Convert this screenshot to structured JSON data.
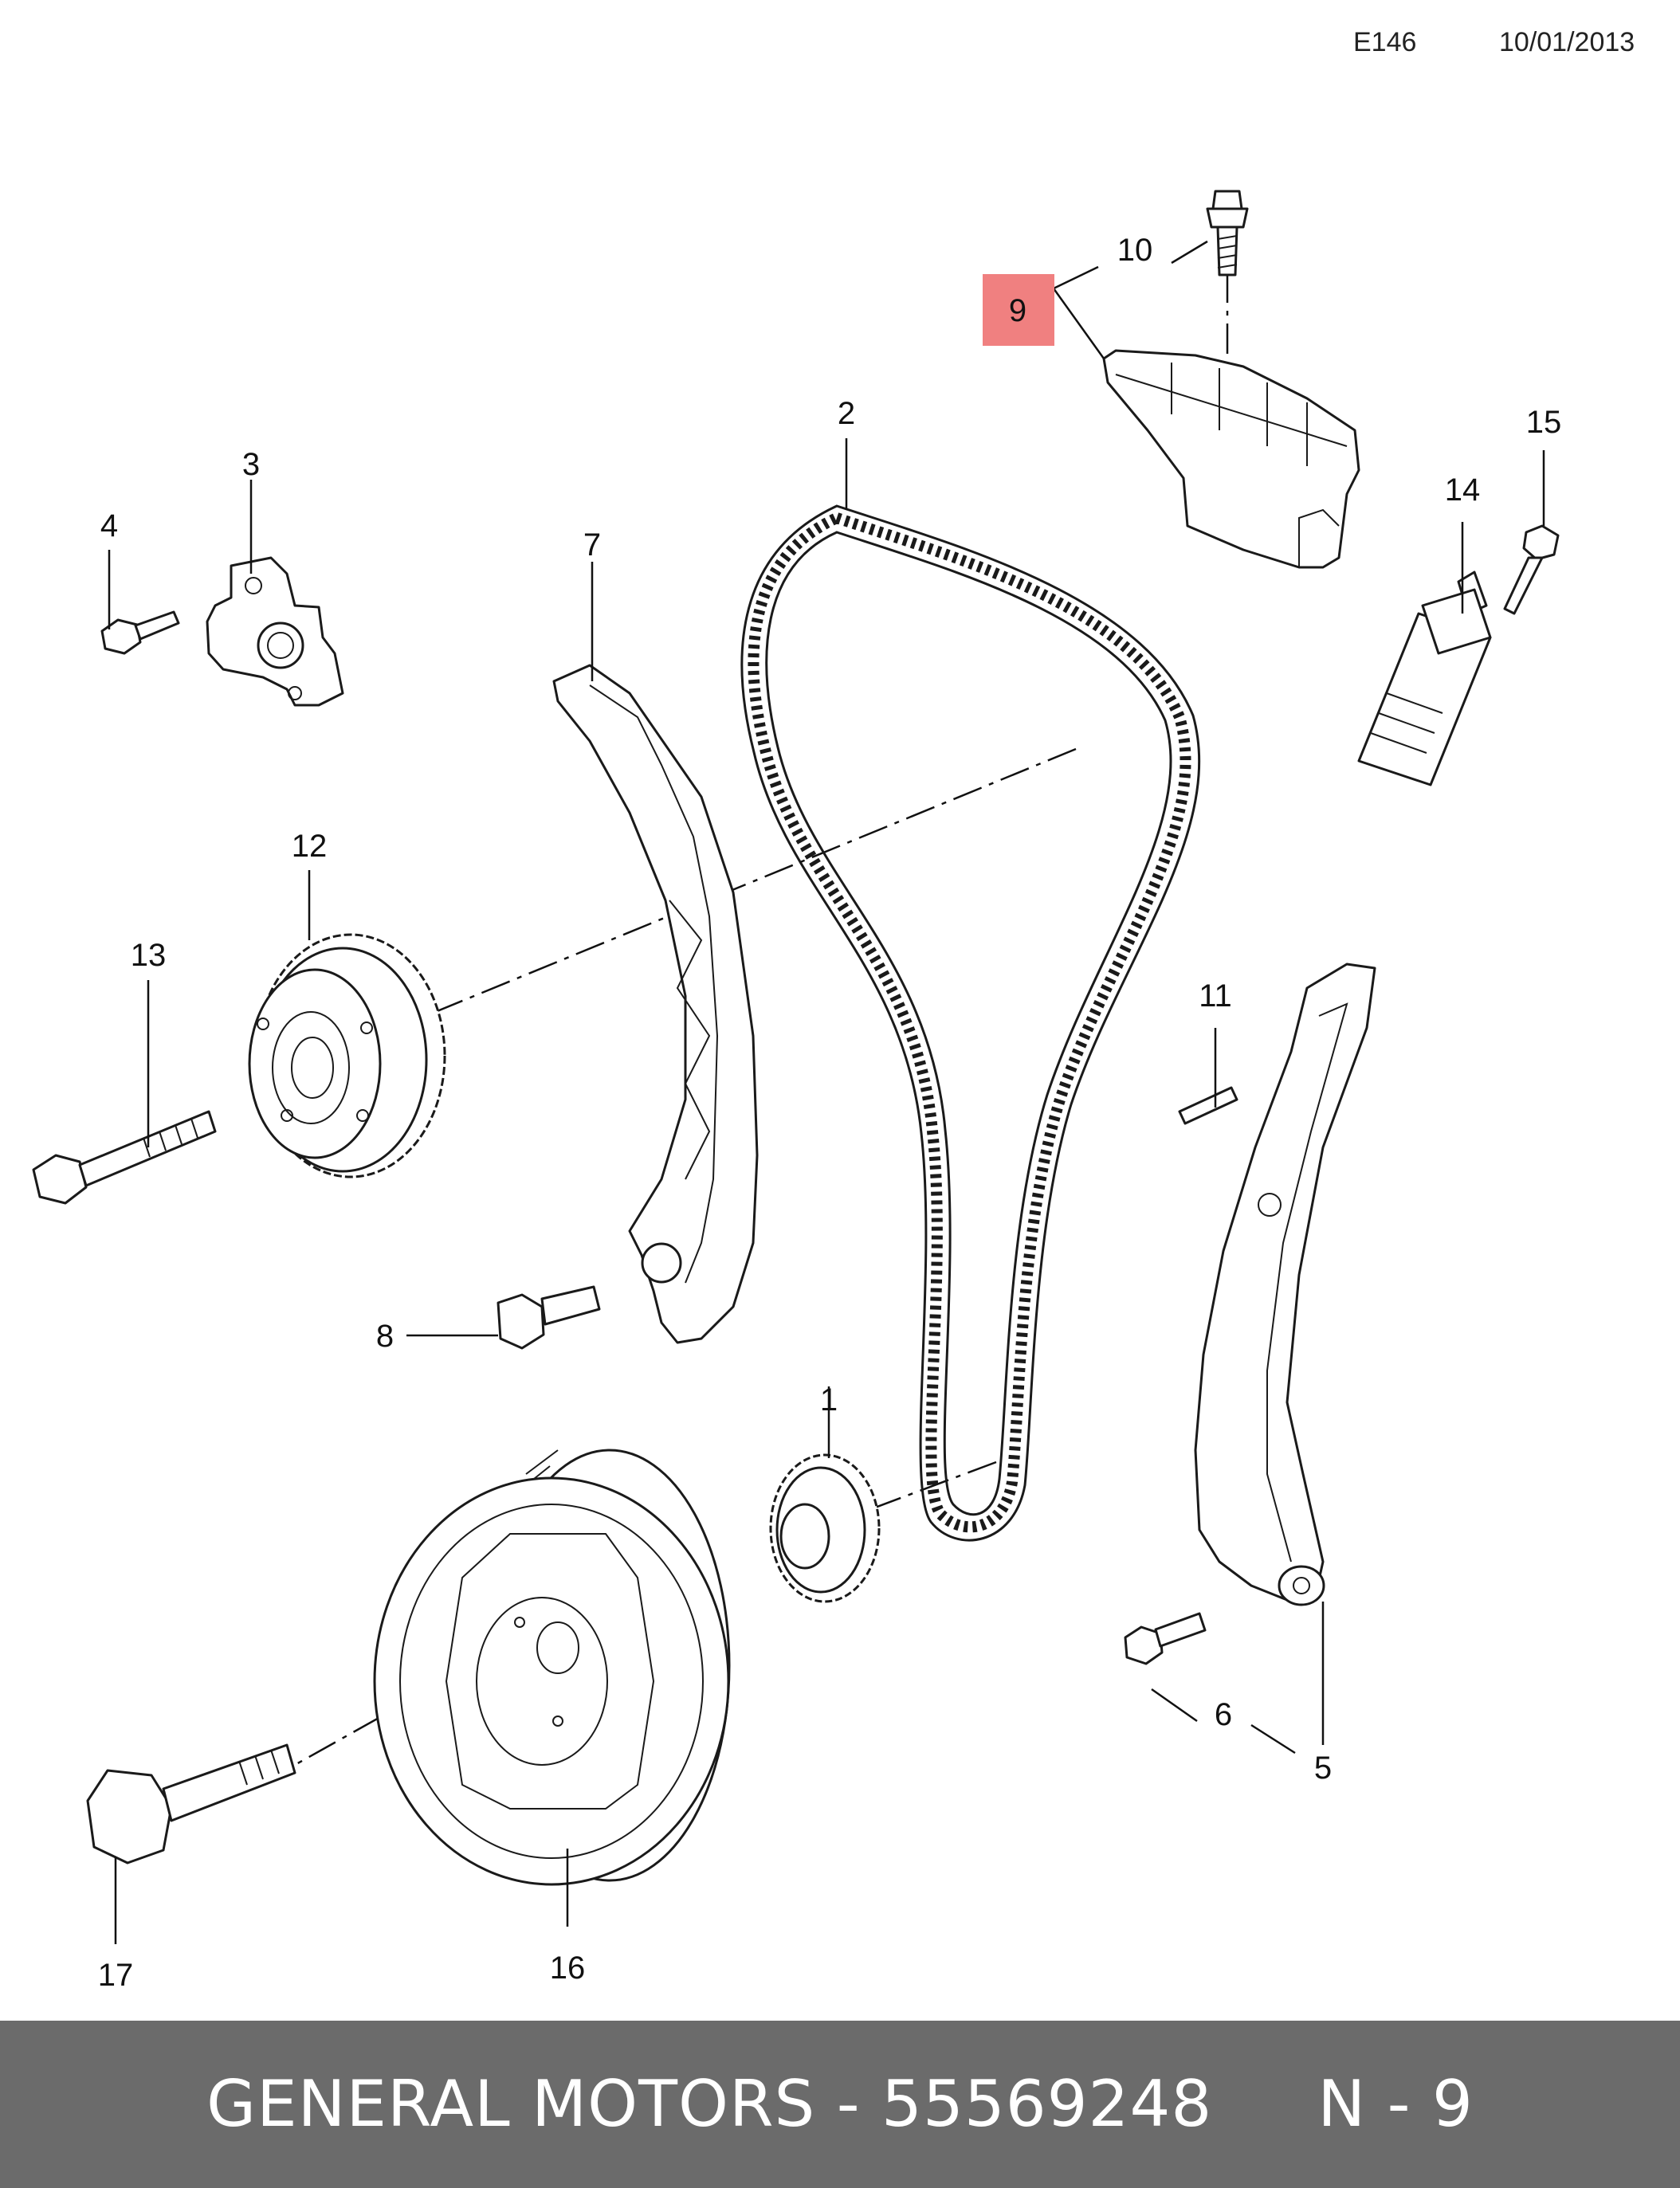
{
  "header": {
    "code": "E146",
    "date": "10/01/2013"
  },
  "highlight_color": "#f08080",
  "labels": {
    "p1": "1",
    "p2": "2",
    "p3": "3",
    "p4": "4",
    "p5": "5",
    "p6": "6",
    "p7": "7",
    "p8": "8",
    "p9": "9",
    "p10": "10",
    "p11": "11",
    "p12": "12",
    "p13": "13",
    "p14": "14",
    "p15": "15",
    "p16": "16",
    "p17": "17"
  },
  "footer": {
    "text": "GENERAL MOTORS - 55569248     N - 9"
  }
}
